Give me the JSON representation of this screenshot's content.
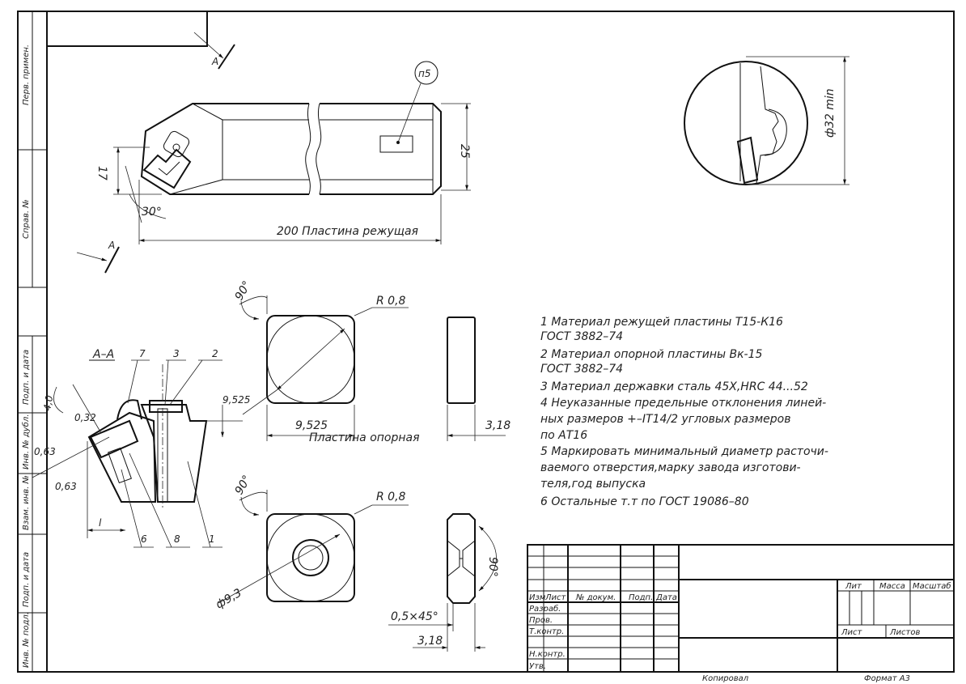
{
  "side_labels": [
    "Перв. примен.",
    "Справ. №",
    "Подп. и дата",
    "Инв. № дубл.",
    "Взам. инв. №",
    "Подп. и дата",
    "Инв. № подл."
  ],
  "view": {
    "section_mark_a": "А",
    "section_title": "А–А",
    "position_tag": "п5",
    "dim_angle_30": "30°",
    "dim_17": "17",
    "dim_25": "25",
    "dim_200_text": "200  Пластина режущая",
    "dim_d32": "ф32 min",
    "dim_90": "90°",
    "dim_r08": "R 0,8",
    "dim_9525": "9,525",
    "dim_318": "3,18",
    "dim_9525_small": "9,525",
    "support_plate_label": "Пластина опорная",
    "dim_d93": "ф9,3",
    "dim_chamfer": "0,5×45°",
    "dim_40": "4,0",
    "dim_032": "0,32",
    "dim_063a": "0,63",
    "dim_063b": "0,63",
    "dim_l": "l",
    "callouts": [
      "7",
      "3",
      "2",
      "6",
      "8",
      "1"
    ]
  },
  "notes": [
    "1  Материал режущей пластины Т15-К16",
    "    ГОСТ 3882–74",
    "2  Материал опорной пластины Вк-15",
    "    ГОСТ 3882–74",
    "3  Материал державки сталь 45Х,HRC 44...52",
    "4  Неуказанные предельные отклонения линей-",
    "    ных размеров +–IT14/2 угловых размеров",
    "    по АТ16",
    "5  Маркировать минимальный диаметр расточи-",
    "    ваемого отверстия,марку завода изготови-",
    "    теля,год выпуска",
    "6  Остальные т.т по ГОСТ 19086–80"
  ],
  "title_block": {
    "header": [
      "Изм",
      "Лист",
      "№ докум.",
      "Подп.",
      "Дата"
    ],
    "rows": [
      "Разраб.",
      "Пров.",
      "Т.контр.",
      "",
      "Н.контр.",
      "Утв."
    ],
    "lit": "Лит",
    "mass": "Масса",
    "scale": "Масштаб",
    "sheet": "Лист",
    "sheets": "Листов",
    "copied": "Копировал",
    "format": "Формат    А3"
  }
}
